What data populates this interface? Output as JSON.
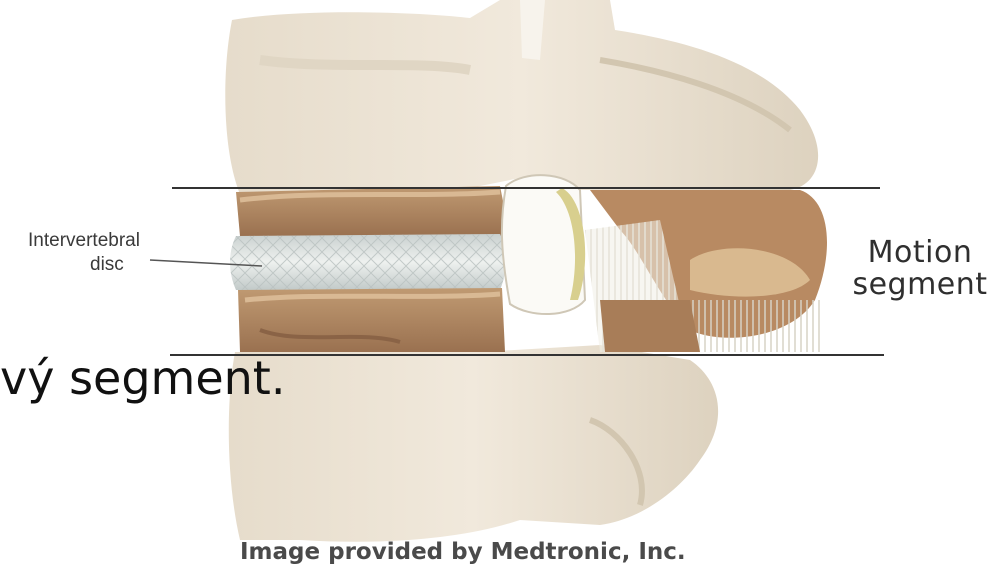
{
  "figure": {
    "labels": {
      "disc_line1": "Intervertebral",
      "disc_line2": "disc",
      "motion_line1": "Motion",
      "motion_line2": "segment"
    },
    "caption_fragment": "vý  segment.",
    "credit": "Image provided by Medtronic, Inc.",
    "colors": {
      "bone": "#ece3d4",
      "bone_shadow": "#cfc3ad",
      "endplate": "#b08560",
      "disc": "#d9dede",
      "ligament": "#f1eee6",
      "cartilage": "#d8cf8e",
      "rule_lines": "#333333"
    }
  }
}
